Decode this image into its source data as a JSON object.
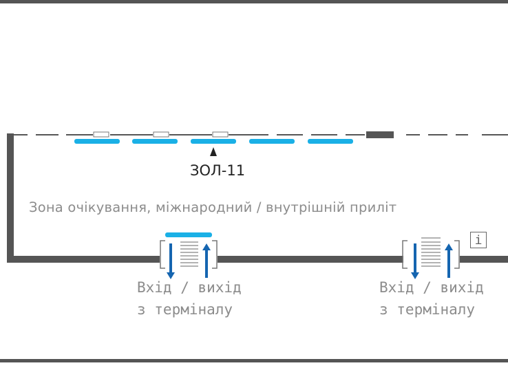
{
  "diagram": {
    "gate_label": "ЗОЛ-11",
    "zone_label": "Зона очікування, міжнародний / внутрішній приліт",
    "info_icon_glyph": "i",
    "entrances": [
      {
        "line1": "Вхід / вихід",
        "line2": "з терміналу"
      },
      {
        "line1": "Вхід / вихід",
        "line2": "з терміналу"
      }
    ],
    "colors": {
      "wall": "#555555",
      "bench": "#1ab0e6",
      "arrow": "#1565b0",
      "text": "#8c8c8c"
    }
  }
}
